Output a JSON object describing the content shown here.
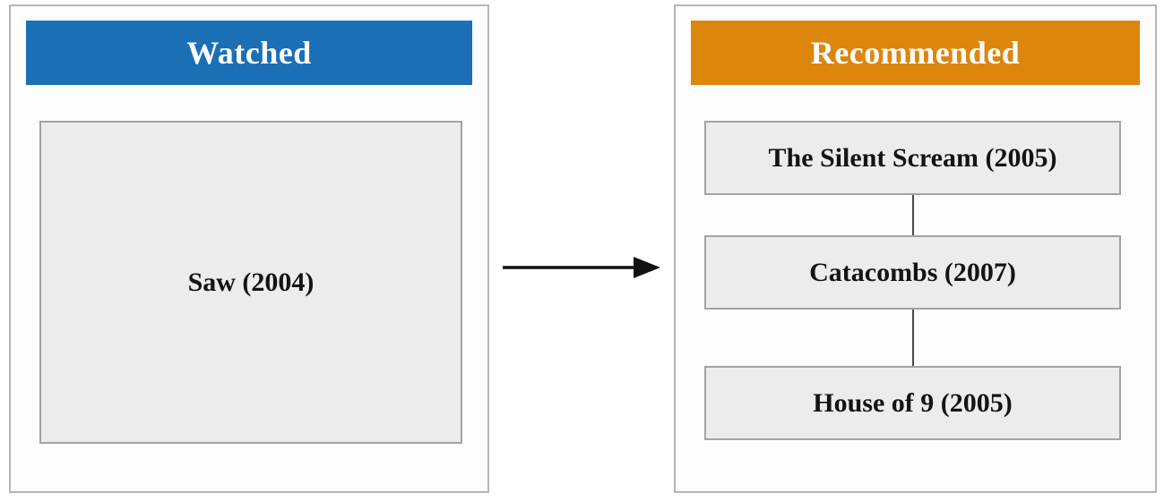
{
  "panels": {
    "watched": {
      "title": "Watched",
      "header_color": "#1b6fb5",
      "items": [
        {
          "label": "Saw (2004)"
        }
      ]
    },
    "recommended": {
      "title": "Recommended",
      "header_color": "#dd860e",
      "items": [
        {
          "label": "The Silent Scream (2005)"
        },
        {
          "label": "Catacombs (2007)"
        },
        {
          "label": "House of 9 (2005)"
        }
      ]
    }
  },
  "arrow": {
    "icon": "arrow-right-icon",
    "color": "#111111"
  },
  "colors": {
    "node_fill": "#ececec",
    "node_border": "#a3a3a5",
    "panel_border": "#b6b6b8",
    "connector": "#4a4a4a",
    "header_text": "#ffffff",
    "node_text": "#141414"
  }
}
